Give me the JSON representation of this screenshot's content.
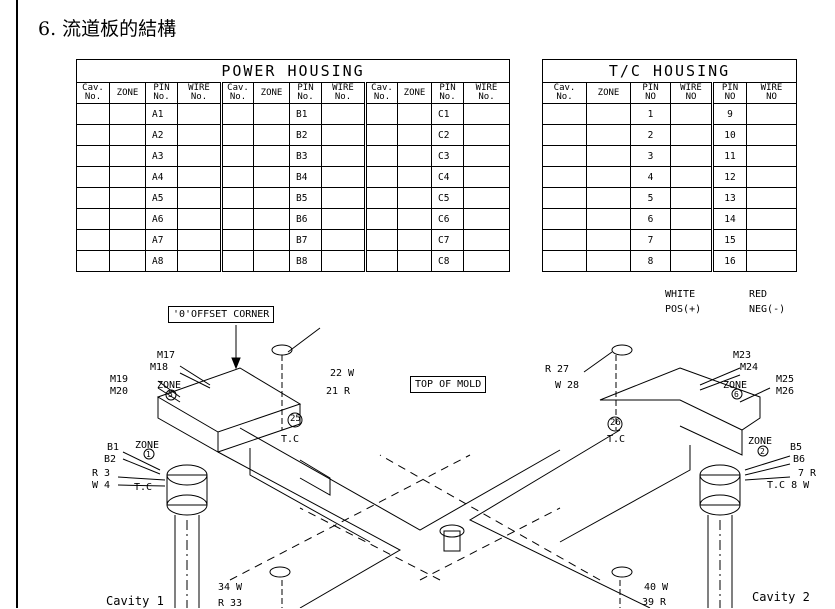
{
  "heading": "6. 流道板的結構",
  "power_housing": {
    "title": "POWER HOUSING",
    "headers": [
      "Cav.\nNo.",
      "ZONE",
      "PIN\nNo.",
      "WIRE\nNo."
    ],
    "pins": [
      [
        "A1",
        "B1",
        "C1"
      ],
      [
        "A2",
        "B2",
        "C2"
      ],
      [
        "A3",
        "B3",
        "C3"
      ],
      [
        "A4",
        "B4",
        "C4"
      ],
      [
        "A5",
        "B5",
        "C5"
      ],
      [
        "A6",
        "B6",
        "C6"
      ],
      [
        "A7",
        "B7",
        "C7"
      ],
      [
        "A8",
        "B8",
        "C8"
      ]
    ]
  },
  "tc_housing": {
    "title": "T/C HOUSING",
    "headers": [
      "Cav.\nNo.",
      "ZONE",
      "PIN\nNO",
      "WIRE\nNO",
      "PIN\nNO",
      "WIRE\nNO"
    ],
    "pins": [
      [
        1,
        9
      ],
      [
        2,
        10
      ],
      [
        3,
        11
      ],
      [
        4,
        12
      ],
      [
        5,
        13
      ],
      [
        6,
        14
      ],
      [
        7,
        15
      ],
      [
        8,
        16
      ]
    ]
  },
  "legend": {
    "white": "WHITE",
    "red": "RED",
    "pos": "POS(+)",
    "neg": "NEG(-)"
  },
  "drawing": {
    "offset_corner": "'0'OFFSET CORNER",
    "top_of_mold": "TOP OF MOLD",
    "labels": {
      "m17": "M17",
      "m18": "M18",
      "m19": "M19",
      "m20": "M20",
      "zone_left": "ZONE",
      "zone5": "5",
      "w22": "22 W",
      "r21": "21 R",
      "n25": "25",
      "tc_a": "T.C",
      "r27": "R 27",
      "w28": "W 28",
      "n26": "26",
      "tc_b": "T.C",
      "m23": "M23",
      "m24": "M24",
      "m25": "M25",
      "m26": "M26",
      "zone_right": "ZONE",
      "zone6": "6",
      "b1": "B1",
      "b2": "B2",
      "r3": "R 3",
      "w4": "W 4",
      "zone_b": "ZONE",
      "zone1": "1",
      "tc_c": "T.C",
      "zone_c": "ZONE",
      "zone2": "2",
      "b5": "B5",
      "b6": "B6",
      "r7": "7 R",
      "w8": "T.C  8 W",
      "w34": "34 W",
      "r33": "R 33",
      "w40": "40 W",
      "r39": "39 R",
      "cavity1": "Cavity 1",
      "cavity2": "Cavity 2"
    }
  }
}
